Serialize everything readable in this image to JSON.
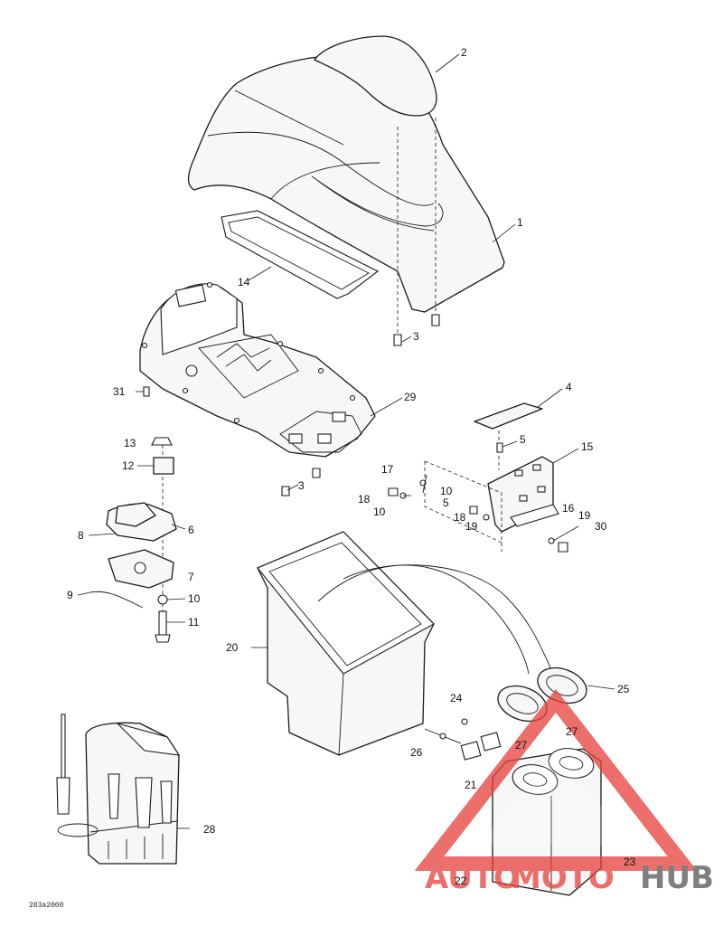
{
  "callouts": {
    "c1": "1",
    "c2": "2",
    "c3a": "3",
    "c3b": "3",
    "c4": "4",
    "c5a": "5",
    "c5b": "5",
    "c6": "6",
    "c7": "7",
    "c8": "8",
    "c9": "9",
    "c10a": "10",
    "c10b": "10",
    "c10c": "10",
    "c11": "11",
    "c12": "12",
    "c13": "13",
    "c14": "14",
    "c15": "15",
    "c16": "16",
    "c17": "17",
    "c18a": "18",
    "c18b": "18",
    "c19a": "19",
    "c19b": "19",
    "c20": "20",
    "c21": "21",
    "c22": "22",
    "c23": "23",
    "c24": "24",
    "c25": "25",
    "c26": "26",
    "c27a": "27",
    "c27b": "27",
    "c28": "28",
    "c29": "29",
    "c30": "30",
    "c31": "31"
  },
  "drawing_code": "283a2000",
  "watermark": {
    "part1": "AUTO",
    "part2": "MOTO",
    "part3": "HUB",
    "color_primary": "#e8403a",
    "color_secondary": "#555555"
  }
}
